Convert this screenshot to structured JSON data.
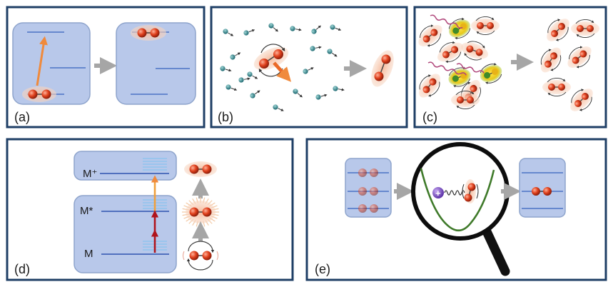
{
  "panels": {
    "a": {
      "label": "(a)"
    },
    "b": {
      "label": "(b)"
    },
    "c": {
      "label": "(c)"
    },
    "d": {
      "label": "(d)",
      "levels": {
        "ion": "M⁺",
        "excited": "M*",
        "ground": "M"
      }
    },
    "e": {
      "label": "(e)",
      "ion_charge": "+"
    }
  },
  "colors": {
    "frame": "#1f3f66",
    "box_fill": "#b8c8ea",
    "box_stroke": "#8ea4cc",
    "level_line": "#4a72c4",
    "arrow_gray": "#a6a6a6",
    "orange_arrow": "#f08a3c",
    "red_arrow": "#b0141c",
    "atom_red": "#d43b1c",
    "glow": "#f6c6a2",
    "teal_particle": "#2f7f86",
    "ion_purple": "#7b4fc4",
    "potential_green": "#3f7a2a"
  }
}
